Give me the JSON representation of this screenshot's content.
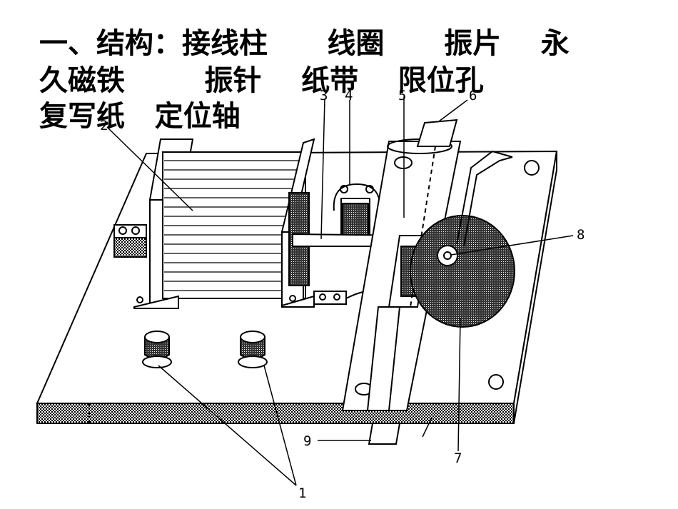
{
  "heading": {
    "line1": "一、结构：接线柱      线圈      振片    永",
    "line2": "久磁铁        振针    纸带    限位孔",
    "line3": "复写纸   定位轴"
  },
  "labels": [
    "1",
    "2",
    "3",
    "4",
    "5",
    "6",
    "7",
    "8",
    "9"
  ]
}
